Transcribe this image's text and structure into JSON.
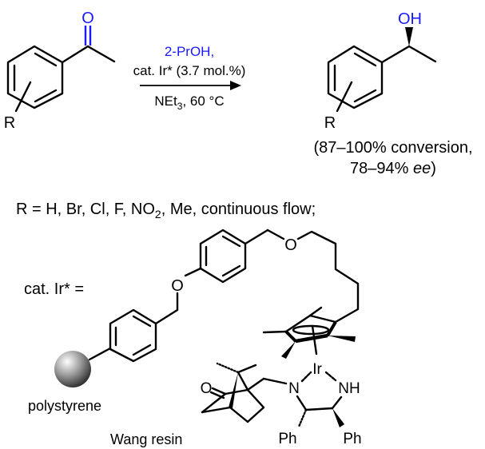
{
  "reaction": {
    "reactant": {
      "carbonyl_o": "O",
      "substituent": "R"
    },
    "conditions": {
      "reagent": "2-PrOH,",
      "catalyst": "cat. Ir* (3.7 mol.%)",
      "base": "NEt",
      "base_sub": "3",
      "temp": ", 60 °C"
    },
    "product": {
      "hydroxyl": "OH",
      "substituent": "R"
    },
    "yield": {
      "conversion": "(87–100% conversion,",
      "ee_value": "78–94% ",
      "ee_label": "ee",
      "ee_close": ")"
    }
  },
  "scope": {
    "prefix": "R = H, Br, Cl, F, NO",
    "no2_sub": "2",
    "suffix": ", Me, continuous flow;"
  },
  "catalyst": {
    "label": "cat. Ir*  =",
    "support": "polystyrene",
    "resin": "Wang resin",
    "ether_o1": "O",
    "ether_o2": "O",
    "metal": "Ir",
    "n1": "N",
    "n2": "NH",
    "ketone_o": "O",
    "ph1": "Ph",
    "ph2": "Ph"
  },
  "colors": {
    "highlight": "#1a1aff"
  }
}
